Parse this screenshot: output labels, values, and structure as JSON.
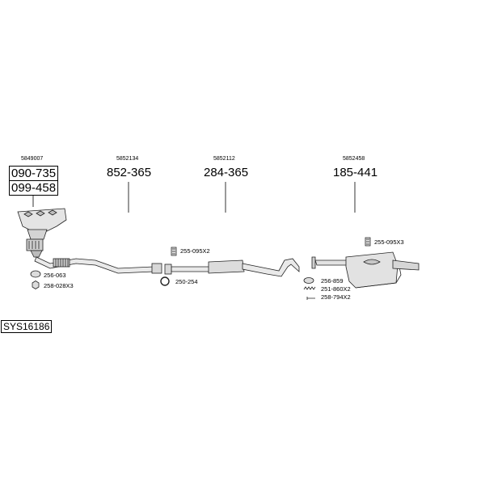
{
  "system_code": "SYS16186",
  "groups": [
    {
      "oem": "5849007",
      "codes": [
        "090-735",
        "099-458"
      ]
    },
    {
      "oem": "5852134",
      "codes": [
        "852-365"
      ]
    },
    {
      "oem": "5852112",
      "codes": [
        "284-365"
      ]
    },
    {
      "oem": "5852458",
      "codes": [
        "185-441"
      ]
    }
  ],
  "accessories": [
    {
      "code": "256-063",
      "icon": "gasket-icon"
    },
    {
      "code": "258-028X3",
      "icon": "nut-icon"
    },
    {
      "code": "255-095X2",
      "icon": "clamp-icon"
    },
    {
      "code": "250-254",
      "icon": "ring-clamp-icon"
    },
    {
      "code": "255-095X3",
      "icon": "clamp-icon"
    },
    {
      "code": "256-859",
      "icon": "gasket-icon"
    },
    {
      "code": "251-860X2",
      "icon": "spring-icon"
    },
    {
      "code": "258-794X2",
      "icon": "bolt-icon"
    }
  ]
}
